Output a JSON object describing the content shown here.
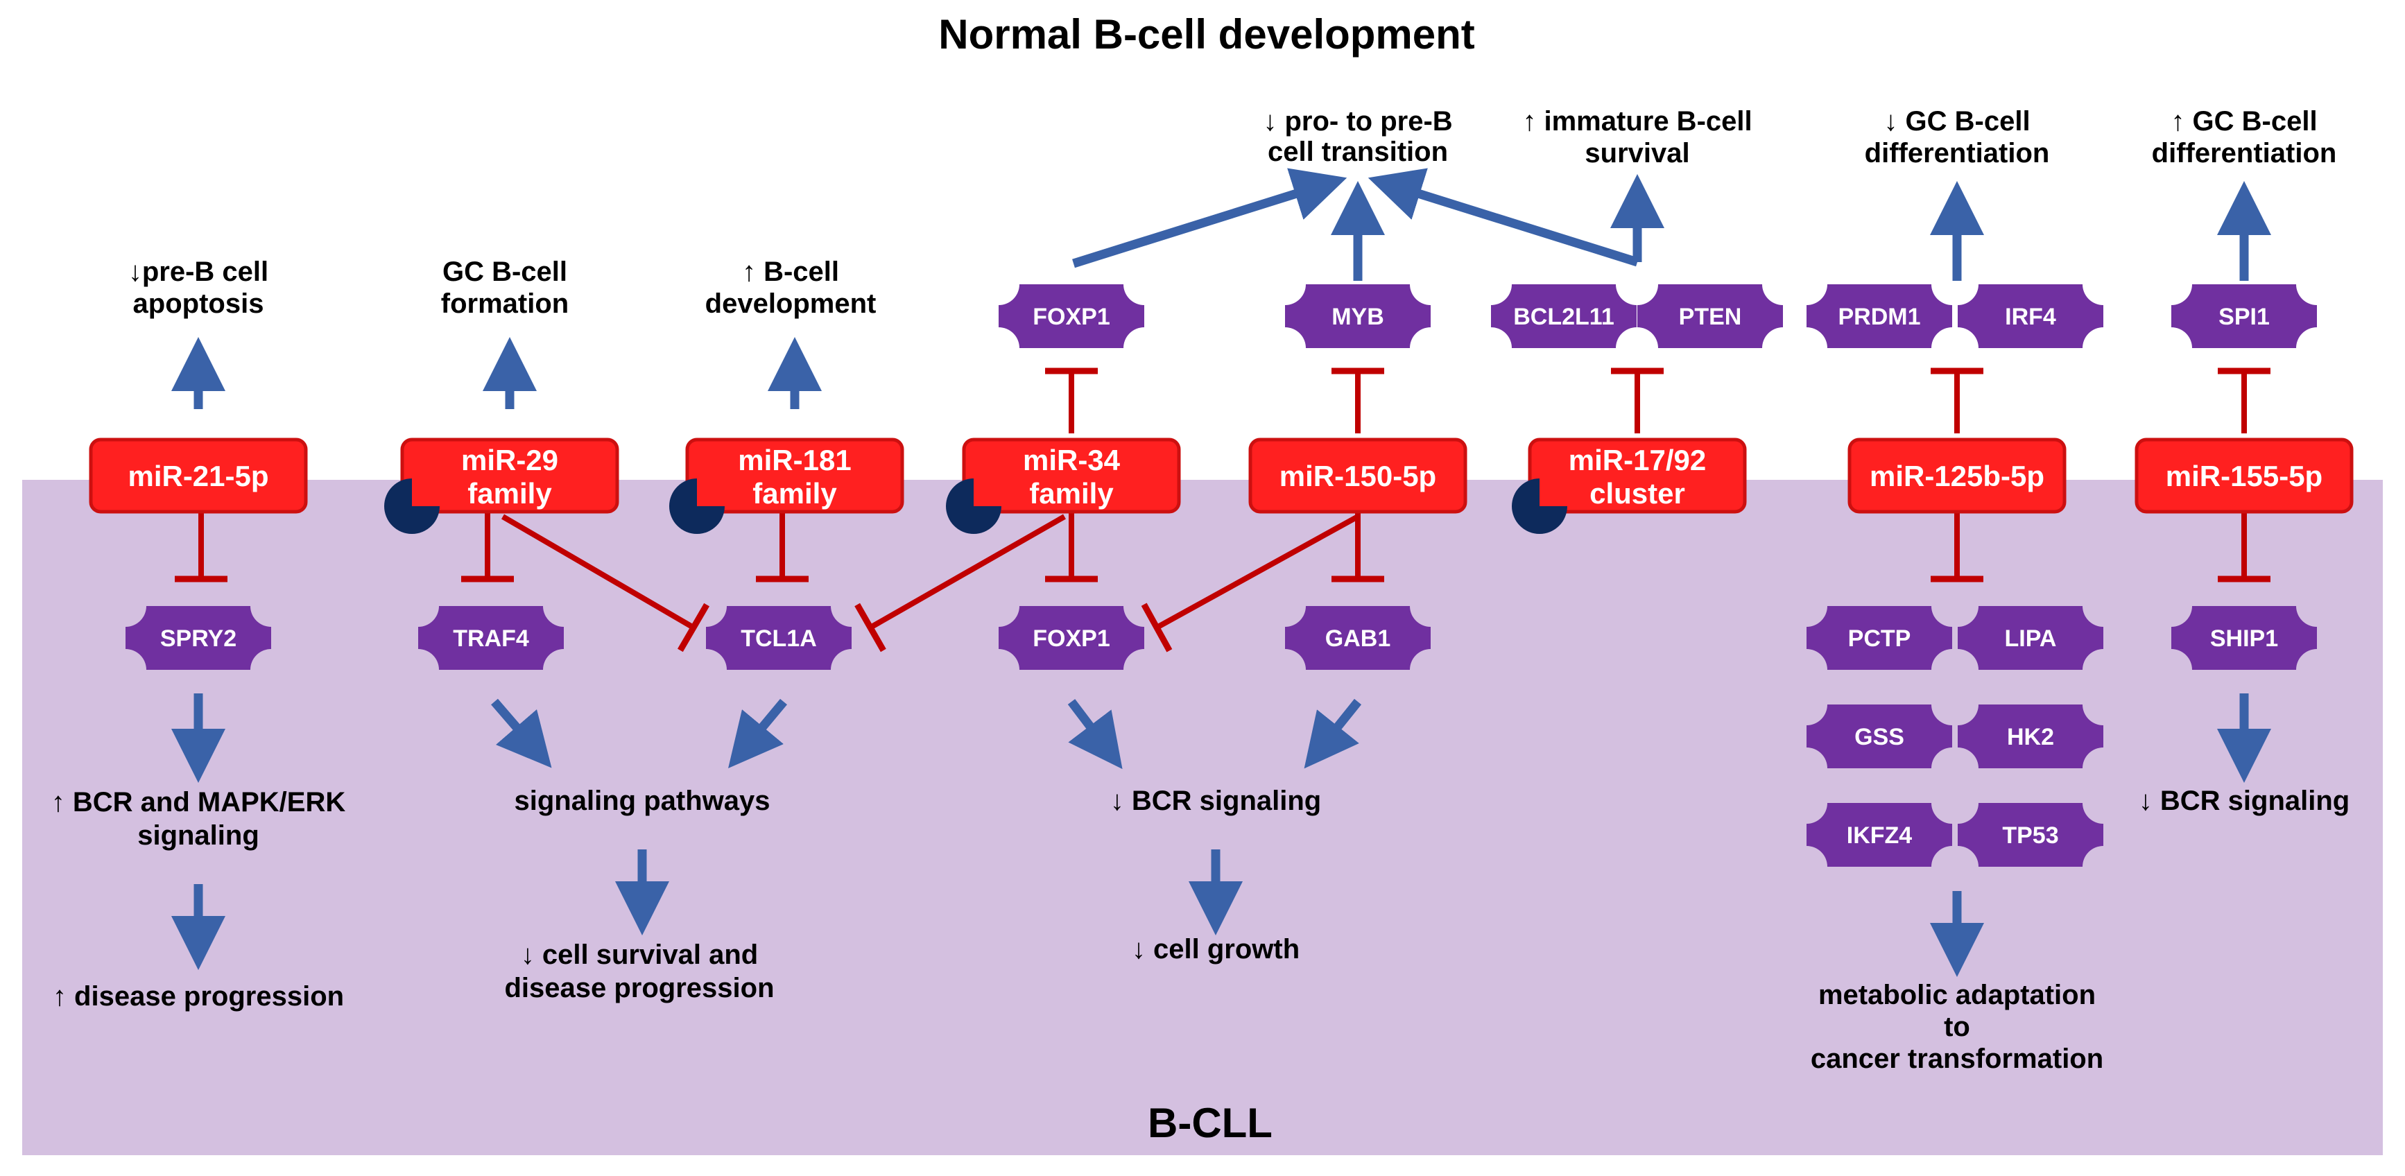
{
  "titles": {
    "top": "Normal B-cell development",
    "bottom": "B-CLL"
  },
  "colors": {
    "mirna_fill": "#ff2020",
    "mirna_border": "#cc1010",
    "gene_fill": "#7030a0",
    "region_bg": "#d4c0e0",
    "activation_arrow": "#3a62a8",
    "inhibition": "#c00000",
    "marker": "#0d2a5c",
    "text": "#000000",
    "label_white": "#ffffff"
  },
  "mirnas": [
    {
      "id": "mir21",
      "lines": [
        "miR-21-5p"
      ]
    },
    {
      "id": "mir29",
      "lines": [
        "miR-29",
        "family"
      ]
    },
    {
      "id": "mir181",
      "lines": [
        "miR-181",
        "family"
      ]
    },
    {
      "id": "mir34",
      "lines": [
        "miR-34",
        "family"
      ]
    },
    {
      "id": "mir150",
      "lines": [
        "miR-150-5p"
      ]
    },
    {
      "id": "mir17",
      "lines": [
        "miR-17/92",
        "cluster"
      ]
    },
    {
      "id": "mir125",
      "lines": [
        "miR-125b-5p"
      ]
    },
    {
      "id": "mir155",
      "lines": [
        "miR-155-5p"
      ]
    }
  ],
  "normal_genes": [
    "FOXP1",
    "MYB",
    "BCL2L11",
    "PTEN",
    "PRDM1",
    "IRF4",
    "SPI1"
  ],
  "cll_genes": [
    "SPRY2",
    "TRAF4",
    "TCL1A",
    "FOXP1",
    "GAB1",
    "PCTP",
    "LIPA",
    "GSS",
    "HK2",
    "IKFZ4",
    "TP53",
    "SHIP1"
  ],
  "normal_outcomes": [
    {
      "id": "pre_b_apoptosis",
      "lines": [
        "↓pre-B cell",
        "apoptosis"
      ]
    },
    {
      "id": "gc_formation",
      "lines": [
        "GC B-cell",
        "formation"
      ]
    },
    {
      "id": "b_development",
      "lines": [
        "↑ B-cell",
        "development"
      ]
    },
    {
      "id": "pro_pre_transition",
      "lines": [
        "↓ pro- to pre-B",
        "cell transition"
      ]
    },
    {
      "id": "immature_survival",
      "lines": [
        "↑ immature B-cell",
        "survival"
      ]
    },
    {
      "id": "gc_diff_down",
      "lines": [
        "↓ GC B-cell",
        "differentiation"
      ]
    },
    {
      "id": "gc_diff_up",
      "lines": [
        "↑ GC B-cell",
        "differentiation"
      ]
    }
  ],
  "cll_outcomes": [
    {
      "id": "bcr_mapk",
      "lines": [
        "↑ BCR and MAPK/ERK",
        "signaling"
      ]
    },
    {
      "id": "disease_progression",
      "lines": [
        "↑ disease progression"
      ]
    },
    {
      "id": "signaling_pathways",
      "lines": [
        "signaling pathways"
      ]
    },
    {
      "id": "cell_survival",
      "lines": [
        "↓ cell survival and",
        "disease progression"
      ]
    },
    {
      "id": "bcr_signaling_mid",
      "lines": [
        "↓ BCR signaling"
      ]
    },
    {
      "id": "cell_growth",
      "lines": [
        "↓ cell growth"
      ]
    },
    {
      "id": "metabolic",
      "lines": [
        "metabolic adaptation",
        "to",
        "cancer transformation"
      ]
    },
    {
      "id": "bcr_signaling_right",
      "lines": [
        "↓ BCR signaling"
      ]
    }
  ]
}
